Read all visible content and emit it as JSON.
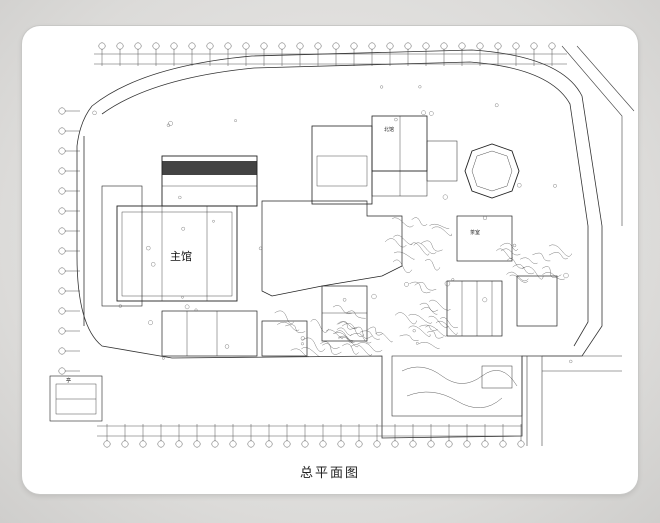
{
  "caption": "总平面图",
  "labels": {
    "main_hall": "主馆",
    "tea_room": "茶室",
    "north_building": "北馆",
    "pavilion": "亭"
  }
}
